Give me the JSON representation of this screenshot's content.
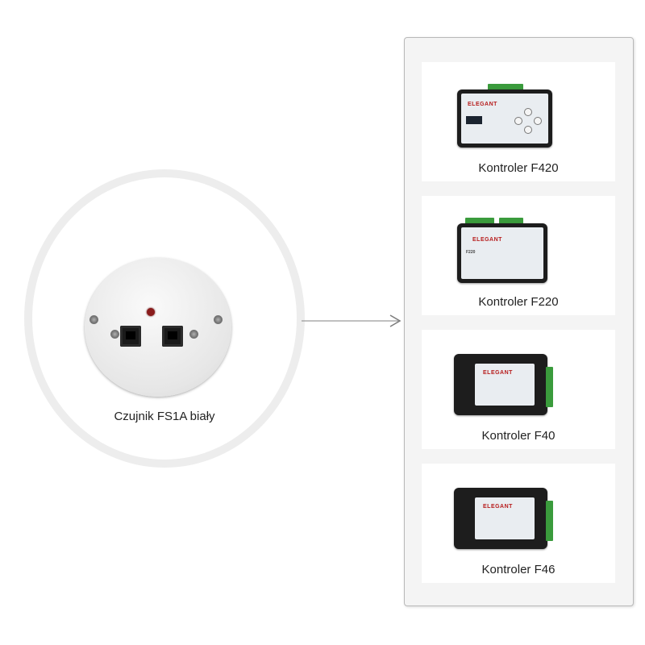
{
  "sensor": {
    "caption": "Czujnik FS1A biały"
  },
  "controllers": [
    {
      "label": "Kontroler F420",
      "device_logo": "ELEGANT"
    },
    {
      "label": "Kontroler F220",
      "device_logo": "ELEGANT"
    },
    {
      "label": "Kontroler F40",
      "device_logo": "ELEGANT"
    },
    {
      "label": "Kontroler F46",
      "device_logo": "ELEGANT"
    }
  ],
  "colors": {
    "terminal_green": "#3a9b3c",
    "logo_red": "#b71c1c",
    "device_body": "#1d1d1d",
    "arrow": "#9a9a9a"
  }
}
